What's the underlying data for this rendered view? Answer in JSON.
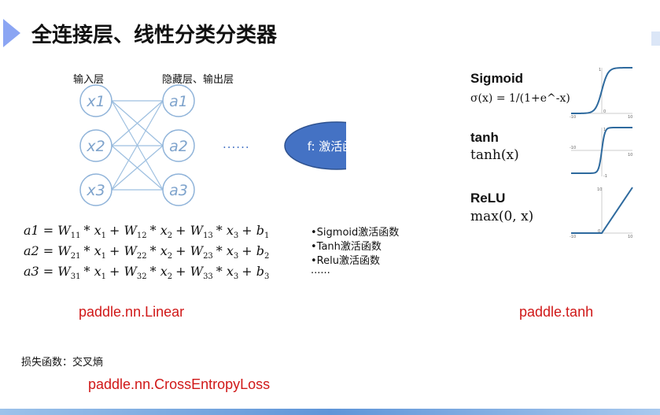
{
  "title": "全连接层、线性分类分类器",
  "network": {
    "input_label": "输入层",
    "hidden_label": "隐藏层、输出层",
    "inputs": [
      "x1",
      "x2",
      "x3"
    ],
    "outputs": [
      "a1",
      "a2",
      "a3"
    ],
    "ellipsis": "......",
    "activation": "f: 激活函数"
  },
  "equations": [
    {
      "lhs": "a1 = ",
      "terms": [
        "W",
        "11",
        "* x",
        "1",
        "+ W",
        "12",
        "* x",
        "2",
        "+ W",
        "13",
        "* x",
        "3",
        "+ b",
        "1"
      ]
    },
    {
      "lhs": "a2 = ",
      "terms": [
        "W",
        "21",
        "* x",
        "1",
        "+ W",
        "22",
        "* x",
        "2",
        "+ W",
        "23",
        "* x",
        "3",
        "+ b",
        "2"
      ]
    },
    {
      "lhs": "a3 = ",
      "terms": [
        "W",
        "31",
        "* x",
        "1",
        "+ W",
        "32",
        "* x",
        "2",
        "+ W",
        "33",
        "* x",
        "3",
        "+ b",
        "3"
      ]
    }
  ],
  "bullets": [
    "•Sigmoid激活函数",
    "•Tanh激活函数",
    "•Relu激活函数",
    "......"
  ],
  "linear_api": "paddle.nn.Linear",
  "tanh_api": "paddle.tanh",
  "loss_label": "损失函数：交叉熵",
  "loss_api": "paddle.nn.CrossEntropyLoss",
  "activations": [
    {
      "name": "Sigmoid",
      "formula": "σ(x) = 1/(1+e^-x)",
      "ticks": [
        "1",
        "0",
        "-10",
        "10"
      ]
    },
    {
      "name": "tanh",
      "formula": "tanh(x)",
      "ticks": [
        "1",
        "-1",
        "-10",
        "10"
      ]
    },
    {
      "name": "ReLU",
      "formula": "max(0, x)",
      "ticks": [
        "10",
        "0",
        "-10",
        "10"
      ]
    }
  ],
  "colors": {
    "accent": "#4472c4",
    "red": "#d01818",
    "node": "#8fb3d9"
  }
}
